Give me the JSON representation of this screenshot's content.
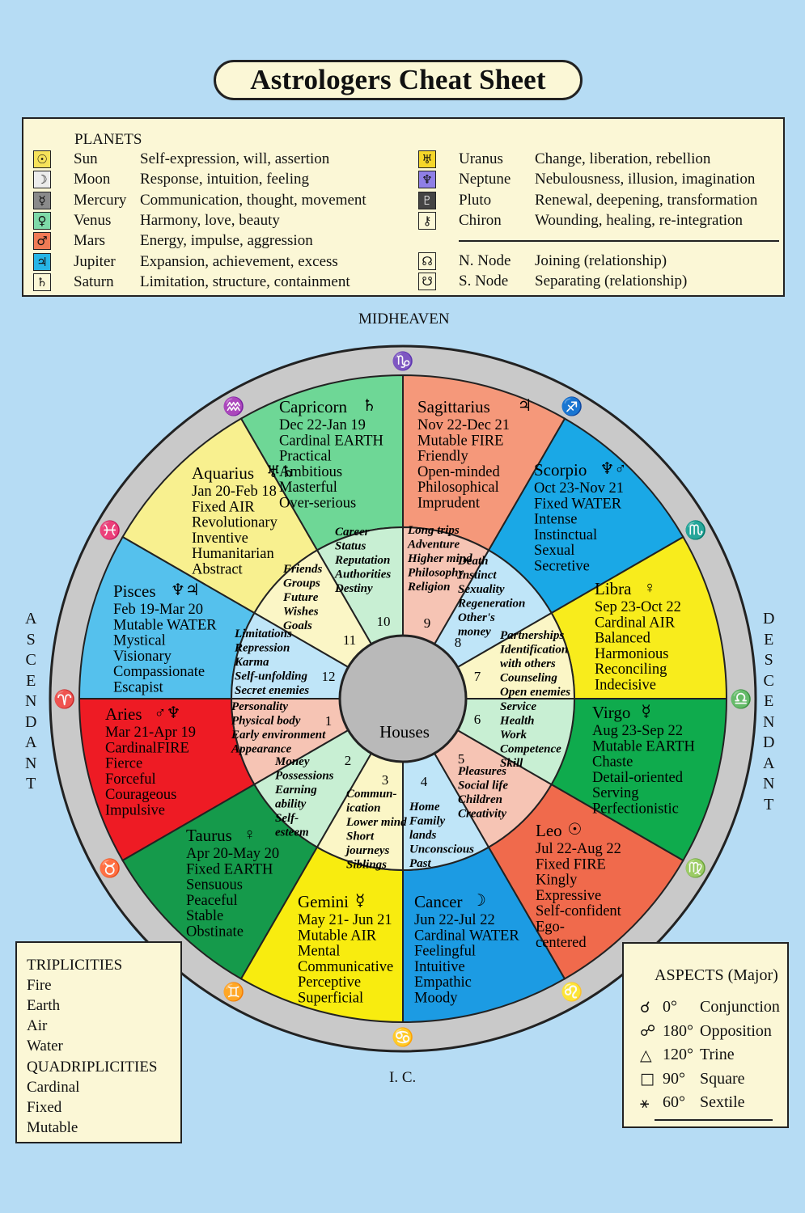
{
  "title": "Astrologers Cheat Sheet",
  "planets": {
    "heading": "PLANETS",
    "left": [
      {
        "symbol": "☉",
        "name": "Sun",
        "meaning": "Self-expression, will, assertion",
        "color": "#f7e25a"
      },
      {
        "symbol": "☽",
        "name": "Moon",
        "meaning": "Response, intuition, feeling",
        "color": "#ececec"
      },
      {
        "symbol": "☿",
        "name": "Mercury",
        "meaning": "Communication, thought, movement",
        "color": "#8a8a8a"
      },
      {
        "symbol": "♀",
        "name": "Venus",
        "meaning": "Harmony, love, beauty",
        "color": "#7ed9a8"
      },
      {
        "symbol": "♂",
        "name": "Mars",
        "meaning": "Energy, impulse, aggression",
        "color": "#f07a55"
      },
      {
        "symbol": "♃",
        "name": "Jupiter",
        "meaning": "Expansion, achievement, excess",
        "color": "#27b5e6"
      },
      {
        "symbol": "♄",
        "name": "Saturn",
        "meaning": "Limitation, structure, containment",
        "color": "#fbf7d6"
      }
    ],
    "right": [
      {
        "symbol": "♅",
        "name": "Uranus",
        "meaning": "Change, liberation, rebellion",
        "color": "#f5d62a"
      },
      {
        "symbol": "♆",
        "name": "Neptune",
        "meaning": "Nebulousness, illusion, imagination",
        "color": "#8f7fe6"
      },
      {
        "symbol": "♇",
        "name": "Pluto",
        "meaning": "Renewal, deepening, transformation",
        "color": "#444444"
      },
      {
        "symbol": "⚷",
        "name": "Chiron",
        "meaning": "Wounding, healing, re-integration",
        "color": "#fbf7d6"
      }
    ],
    "nodes": [
      {
        "symbol": "☊",
        "name": "N. Node",
        "meaning": "Joining (relationship)",
        "color": "#fbf7d6"
      },
      {
        "symbol": "☋",
        "name": "S. Node",
        "meaning": "Separating (relationship)",
        "color": "#fbf7d6"
      }
    ]
  },
  "wheel": {
    "midheaven": "MIDHEAVEN",
    "ic": "I. C.",
    "ascendant": [
      "A",
      "S",
      "C",
      "E",
      "N",
      "D",
      "A",
      "N",
      "T"
    ],
    "descendant": [
      "D",
      "E",
      "S",
      "C",
      "E",
      "N",
      "D",
      "A",
      "N",
      "T"
    ],
    "center_label": "Houses",
    "signs": [
      {
        "name": "Aries",
        "rulers": "♂♆",
        "lines": [
          "Mar 21-Apr 19",
          "CardinalFIRE",
          "Fierce",
          "Forceful",
          "Courageous",
          "Impulsive"
        ],
        "color": "#ee1b24",
        "glyph": "♈"
      },
      {
        "name": "Taurus",
        "rulers": "♀",
        "lines": [
          "Apr 20-May 20",
          "Fixed EARTH",
          "Sensuous",
          "Peaceful",
          "Stable",
          "Obstinate"
        ],
        "color": "#159a4b",
        "glyph": "♉"
      },
      {
        "name": "Gemini",
        "rulers": "☿",
        "lines": [
          "May 21- Jun 21",
          "Mutable AIR",
          "Mental",
          "Communicative",
          "Perceptive",
          "Superficial"
        ],
        "color": "#f8ec0f",
        "glyph": "♊"
      },
      {
        "name": "Cancer",
        "rulers": "☽",
        "lines": [
          "Jun 22-Jul 22",
          "Cardinal WATER",
          "Feelingful",
          "Intuitive",
          "Empathic",
          "Moody"
        ],
        "color": "#1c9be3",
        "glyph": "♋"
      },
      {
        "name": "Leo",
        "rulers": "☉",
        "lines": [
          "Jul 22-Aug 22",
          "Fixed FIRE",
          "Kingly",
          "Expressive",
          "Self-confident",
          "Ego-",
          "centered"
        ],
        "color": "#f06a4c",
        "glyph": "♌"
      },
      {
        "name": "Virgo",
        "rulers": "☿",
        "lines": [
          "Aug 23-Sep 22",
          "Mutable EARTH",
          "Chaste",
          "Detail-oriented",
          "Serving",
          "Perfectionistic"
        ],
        "color": "#0fab4d",
        "glyph": "♍"
      },
      {
        "name": "Libra",
        "rulers": "♀",
        "lines": [
          "Sep 23-Oct 22",
          "Cardinal AIR",
          "Balanced",
          "Harmonious",
          "Reconciling",
          "Indecisive"
        ],
        "color": "#f8ec1c",
        "glyph": "♎"
      },
      {
        "name": "Scorpio",
        "rulers": "♆♂",
        "lines": [
          "Oct 23-Nov 21",
          "Fixed WATER",
          "Intense",
          "Instinctual",
          "Sexual",
          "Secretive"
        ],
        "color": "#1aa8e6",
        "glyph": "♏"
      },
      {
        "name": "Sagittarius",
        "rulers": "♃",
        "lines": [
          "Nov 22-Dec 21",
          "Mutable FIRE",
          "Friendly",
          "Open-minded",
          "Philosophical",
          "Imprudent"
        ],
        "color": "#f5987a",
        "glyph": "♐"
      },
      {
        "name": "Capricorn",
        "rulers": "♄",
        "lines": [
          "Dec 22-Jan 19",
          "Cardinal EARTH",
          "Practical",
          "Ambitious",
          "Masterful",
          "Over-serious"
        ],
        "color": "#6ed796",
        "glyph": "♑"
      },
      {
        "name": "Aquarius",
        "rulers": "♅♄",
        "lines": [
          "Jan 20-Feb 18",
          "Fixed AIR",
          "Revolutionary",
          "Inventive",
          "Humanitarian",
          "Abstract"
        ],
        "color": "#f8f08f",
        "glyph": "♒"
      },
      {
        "name": "Pisces",
        "rulers": "♆♃",
        "lines": [
          "Feb 19-Mar 20",
          "Mutable WATER",
          "Mystical",
          "Visionary",
          "Compassionate",
          "Escapist"
        ],
        "color": "#55c1ed",
        "glyph": "♓"
      }
    ],
    "houses": [
      {
        "num": "1",
        "lines": [
          "Personality",
          "Physical body",
          "Early environment",
          "Appearance"
        ],
        "color": "#f6c4b4"
      },
      {
        "num": "2",
        "lines": [
          "Money",
          "Possessions",
          "Earning",
          "ability",
          "Self-",
          "esteem"
        ],
        "color": "#c8efd3"
      },
      {
        "num": "3",
        "lines": [
          "Commun-",
          "ication",
          "Lower mind",
          "Short",
          "journeys",
          "Siblings"
        ],
        "color": "#fbf6c6"
      },
      {
        "num": "4",
        "lines": [
          "Home",
          "Family",
          "lands",
          "Unconscious",
          "Past"
        ],
        "color": "#bfe5f8"
      },
      {
        "num": "5",
        "lines": [
          "Pleasures",
          "Social life",
          "Children",
          "Creativity"
        ],
        "color": "#f6c4b4"
      },
      {
        "num": "6",
        "lines": [
          "Service",
          "Health",
          "Work",
          "Competence",
          "Skill"
        ],
        "color": "#c8efd3"
      },
      {
        "num": "7",
        "lines": [
          "Partnerships",
          "Identification",
          "with others",
          "Counseling",
          "Open enemies"
        ],
        "color": "#fbf6c6"
      },
      {
        "num": "8",
        "lines": [
          "Death",
          "Instinct",
          "Sexuality",
          "Regeneration",
          "Other's",
          "money"
        ],
        "color": "#bfe5f8"
      },
      {
        "num": "9",
        "lines": [
          "Long trips",
          "Adventure",
          "Higher mind",
          "Philosophy",
          "Religion"
        ],
        "color": "#f6c4b4"
      },
      {
        "num": "10",
        "lines": [
          "Career",
          "Status",
          "Reputation",
          "Authorities",
          "Destiny"
        ],
        "color": "#c8efd3"
      },
      {
        "num": "11",
        "lines": [
          "Friends",
          "Groups",
          "Future",
          "Wishes",
          "Goals"
        ],
        "color": "#fbf6c6"
      },
      {
        "num": "12",
        "lines": [
          "Limitations",
          "Repression",
          "Karma",
          "Self-unfolding",
          "Secret enemies"
        ],
        "color": "#bfe5f8"
      }
    ],
    "ring_color": "#c9c9c9",
    "center_color": "#b9b9b9"
  },
  "triplicities": {
    "heading1": "TRIPLICITIES",
    "items1": [
      "Fire",
      "Earth",
      "Air",
      "Water"
    ],
    "heading2": "QUADRIPLICITIES",
    "items2": [
      "Cardinal",
      "Fixed",
      "Mutable"
    ]
  },
  "aspects": {
    "heading": "ASPECTS (Major)",
    "items": [
      {
        "symbol": "☌",
        "degree": "0°",
        "name": "Conjunction"
      },
      {
        "symbol": "☍",
        "degree": "180°",
        "name": "Opposition"
      },
      {
        "symbol": "△",
        "degree": "120°",
        "name": "Trine"
      },
      {
        "symbol": "□",
        "degree": "90°",
        "name": "Square"
      },
      {
        "symbol": "⚹",
        "degree": "60°",
        "name": "Sextile"
      }
    ]
  }
}
